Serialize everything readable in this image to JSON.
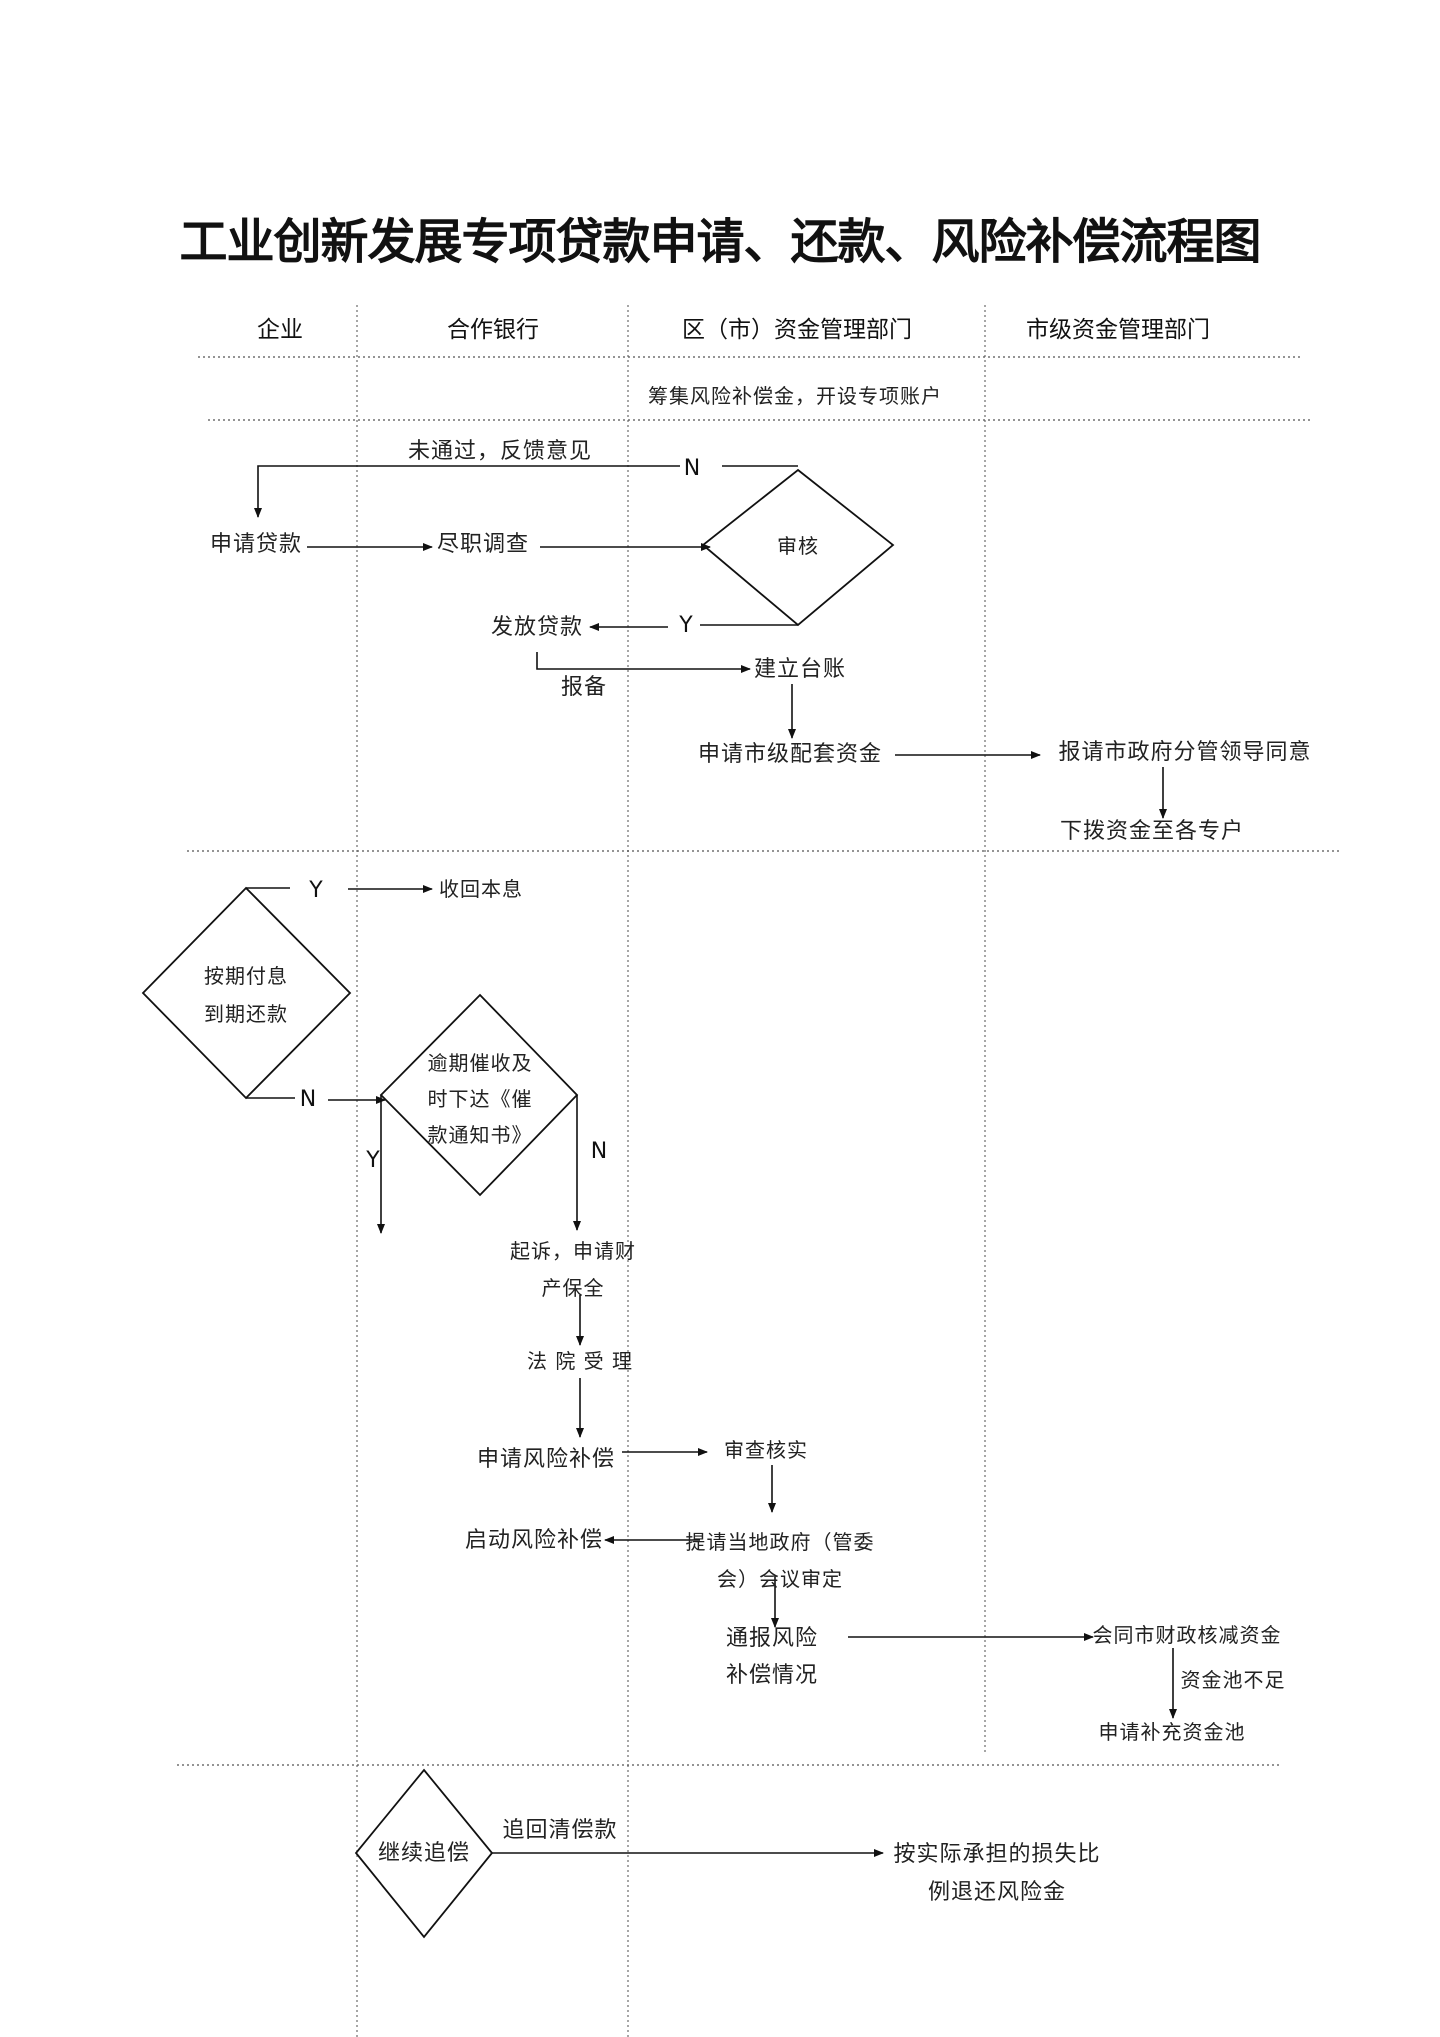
{
  "title": "工业创新发展专项贷款申请、还款、风险补偿流程图",
  "lanes": {
    "enterprise": "企业",
    "bank": "合作银行",
    "district": "区（市）资金管理部门",
    "city": "市级资金管理部门"
  },
  "nodes": {
    "raise_fund": "筹集风险补偿金，开设专项账户",
    "not_passed": "未通过，反馈意见",
    "apply_loan": "申请贷款",
    "due_diligence": "尽职调查",
    "review": "审核",
    "disburse": "发放贷款",
    "build_ledger": "建立台账",
    "file_report": "报备",
    "apply_city_fund": "申请市级配套资金",
    "report_city_gov": "报请市政府分管领导同意",
    "allocate_funds": "下拨资金至各专户",
    "recover_principal": "收回本息",
    "pay_on_time_1": "按期付息",
    "pay_on_time_2": "到期还款",
    "overdue_1": "逾期催收及",
    "overdue_2": "时下达《催",
    "overdue_3": "款通知书》",
    "sue_1": "起诉，申请财",
    "sue_2": "产保全",
    "court": "法 院 受 理",
    "apply_risk_comp": "申请风险补偿",
    "verify": "审查核实",
    "start_risk_comp": "启动风险补偿",
    "gov_review_1": "提请当地政府（管委",
    "gov_review_2": "会）会议审定",
    "notify_1": "通报风险",
    "notify_2": "补偿情况",
    "city_finance": "会同市财政核减资金",
    "pool_short": "资金池不足",
    "replenish_pool": "申请补充资金池",
    "continue_recovery": "继续追偿",
    "recover_paid": "追回清偿款",
    "refund_1": "按实际承担的损失比",
    "refund_2": "例退还风险金"
  },
  "decisions": {
    "n": "N",
    "y": "Y"
  }
}
